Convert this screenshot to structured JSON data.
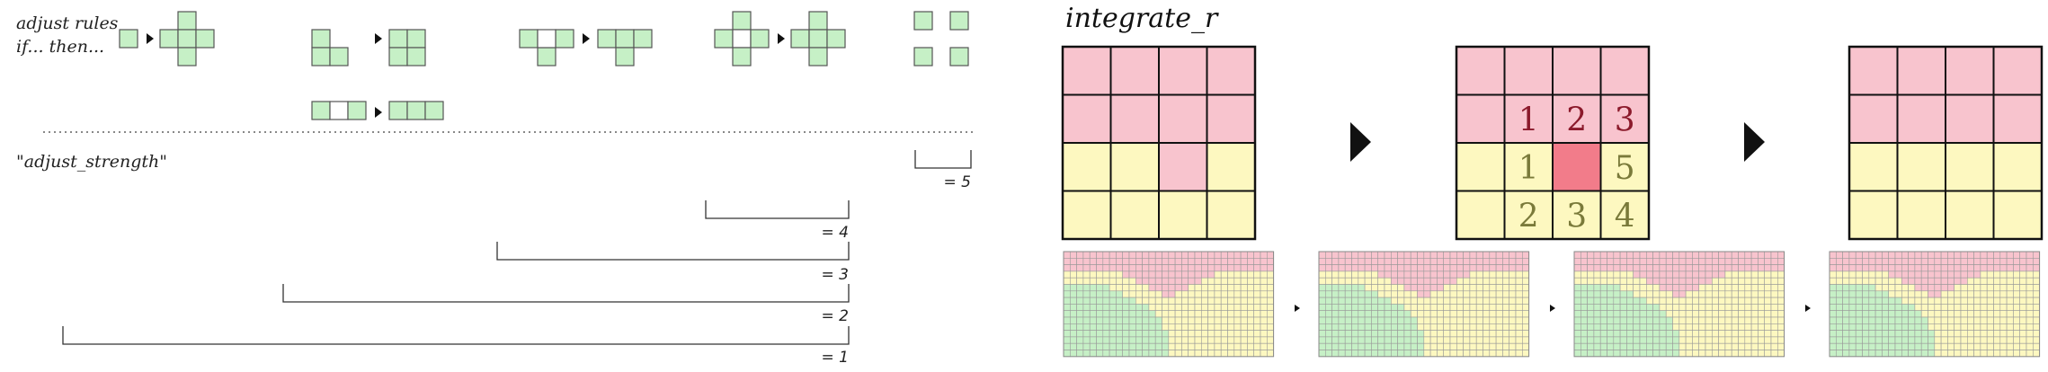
{
  "left": {
    "heading_line1": "adjust rules",
    "heading_line2": "if... then...",
    "strength_label": "\"adjust_strength\"",
    "strength_values": [
      "= 5",
      "= 4",
      "= 3",
      "= 2",
      "= 1"
    ]
  },
  "right": {
    "title": "integrate_r",
    "numbers": [
      "1",
      "2",
      "3",
      "1",
      "5",
      "2",
      "3",
      "4"
    ]
  },
  "colors": {
    "green": "#c6f0c6",
    "pink": "#f8c4ce",
    "yellow": "#fdf8c0",
    "hot_pink": "#f27c8a",
    "number_red": "#8b1a2b",
    "number_olive": "#7a7a3a",
    "grid_line": "#444444",
    "dots": "#888888"
  },
  "icons": [
    "arrow-right-icon"
  ]
}
